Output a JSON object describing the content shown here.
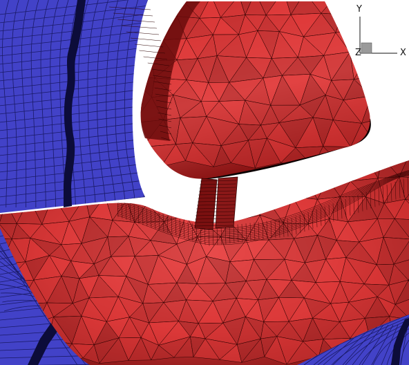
{
  "scene": {
    "background": "#ffffff",
    "colors": {
      "blue_fill": "#4242c8",
      "blue_grid": "#1a1a66",
      "blue_band": "#0c0c3a",
      "red_light": "#d24646",
      "red_mid": "#a81a1a",
      "red_dark": "#5a0808",
      "mesh_line": "#2a0000"
    }
  },
  "axes_triad": {
    "y_label": "Y",
    "x_label": "X",
    "z_label": "Z",
    "origin_marker_color": "#9a9a9a"
  }
}
